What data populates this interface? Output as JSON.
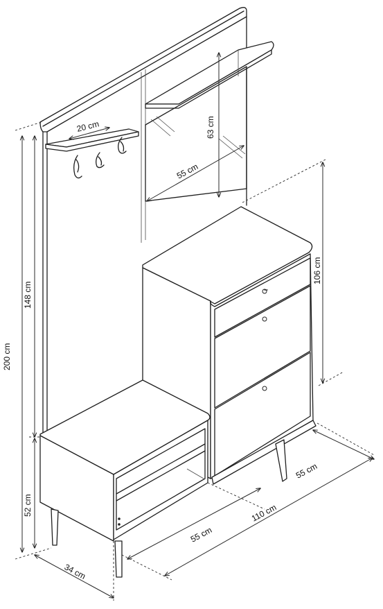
{
  "dimensions": {
    "hook_shelf_depth": "20 cm",
    "mirror_height": "63 cm",
    "mirror_width": "55 cm",
    "cabinet_height": "106 cm",
    "upper_height": "148 cm",
    "total_height": "200 cm",
    "bench_height": "52 cm",
    "side_depth": "34 cm",
    "bench_width": "55 cm",
    "total_width": "110 cm",
    "cabinet_depth": "55 cm"
  }
}
